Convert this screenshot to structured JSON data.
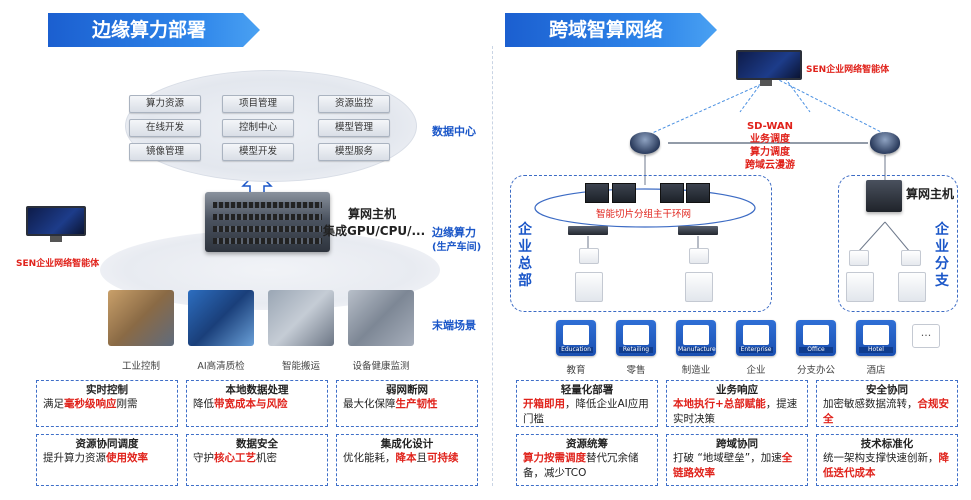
{
  "left": {
    "banner": "边缘算力部署",
    "modules": [
      "算力资源",
      "项目管理",
      "资源监控",
      "在线开发",
      "控制中心",
      "模型管理",
      "镜像管理",
      "模型开发",
      "模型服务"
    ],
    "dc_label": "数据中心",
    "host_title": "算网主机",
    "host_sub": "集成GPU/CPU/...",
    "edge_label": "边缘算力",
    "edge_sub": "(生产车间)",
    "sen_label": "SEN企业网络智能体",
    "terminal_label": "末端场景",
    "scenes": [
      "工业控制",
      "AI高清质检",
      "智能搬运",
      "设备健康监测"
    ]
  },
  "right": {
    "banner": "跨域智算网络",
    "sen_label": "SEN企业网络智能体",
    "sdwan": [
      "SD-WAN",
      "业务调度",
      "算力调度",
      "跨域云漫游"
    ],
    "ring_label": "智能切片分组主干环网",
    "hq_label": "企业总部",
    "branch_label": "企业分支",
    "host_label": "算网主机",
    "industries": [
      {
        "en": "Education",
        "cn": "教育"
      },
      {
        "en": "Retailing",
        "cn": "零售"
      },
      {
        "en": "Manufacture",
        "cn": "制造业"
      },
      {
        "en": "Enterprise",
        "cn": "企业"
      },
      {
        "en": "Office",
        "cn": "分支办公"
      },
      {
        "en": "Hotel",
        "cn": "酒店"
      }
    ],
    "more": "..."
  },
  "cards": [
    {
      "title": "实时控制",
      "pre": "满足",
      "hl": "毫秒级响应",
      "post": "刚需"
    },
    {
      "title": "本地数据处理",
      "pre": "降低",
      "hl": "带宽成本与风险",
      "post": ""
    },
    {
      "title": "弱网断网",
      "pre": "最大化保障",
      "hl": "生产韧性",
      "post": ""
    },
    {
      "title": "资源协同调度",
      "pre": "提升算力资源",
      "hl": "使用效率",
      "post": ""
    },
    {
      "title": "数据安全",
      "pre": "守护",
      "hl": "核心工艺",
      "post": "机密"
    },
    {
      "title": "集成化设计",
      "pre": "优化能耗，",
      "hl": "降本",
      "mid": "且",
      "hl2": "可持续",
      "post": ""
    },
    {
      "title": "轻量化部署",
      "pre": "",
      "hl": "开箱即用",
      "post": "，降低企业AI应用门槛"
    },
    {
      "title": "业务响应",
      "pre": "",
      "hl": "本地执行+总部赋能",
      "post": "，提速实时决策"
    },
    {
      "title": "安全协同",
      "pre": "加密敏感数据流转，",
      "hl": "合规安全",
      "post": ""
    },
    {
      "title": "资源统筹",
      "pre": "",
      "hl": "算力按需调度",
      "post": "替代冗余储备，减少TCO"
    },
    {
      "title": "跨域协同",
      "pre": "打破 “地域壁垒”，加速",
      "hl": "全链路效率",
      "post": ""
    },
    {
      "title": "技术标准化",
      "pre": "统一架构支撑快速创新，",
      "hl": "降低迭代成本",
      "post": ""
    }
  ],
  "colors": {
    "accent": "#1a56c8",
    "highlight": "#e0221b"
  }
}
